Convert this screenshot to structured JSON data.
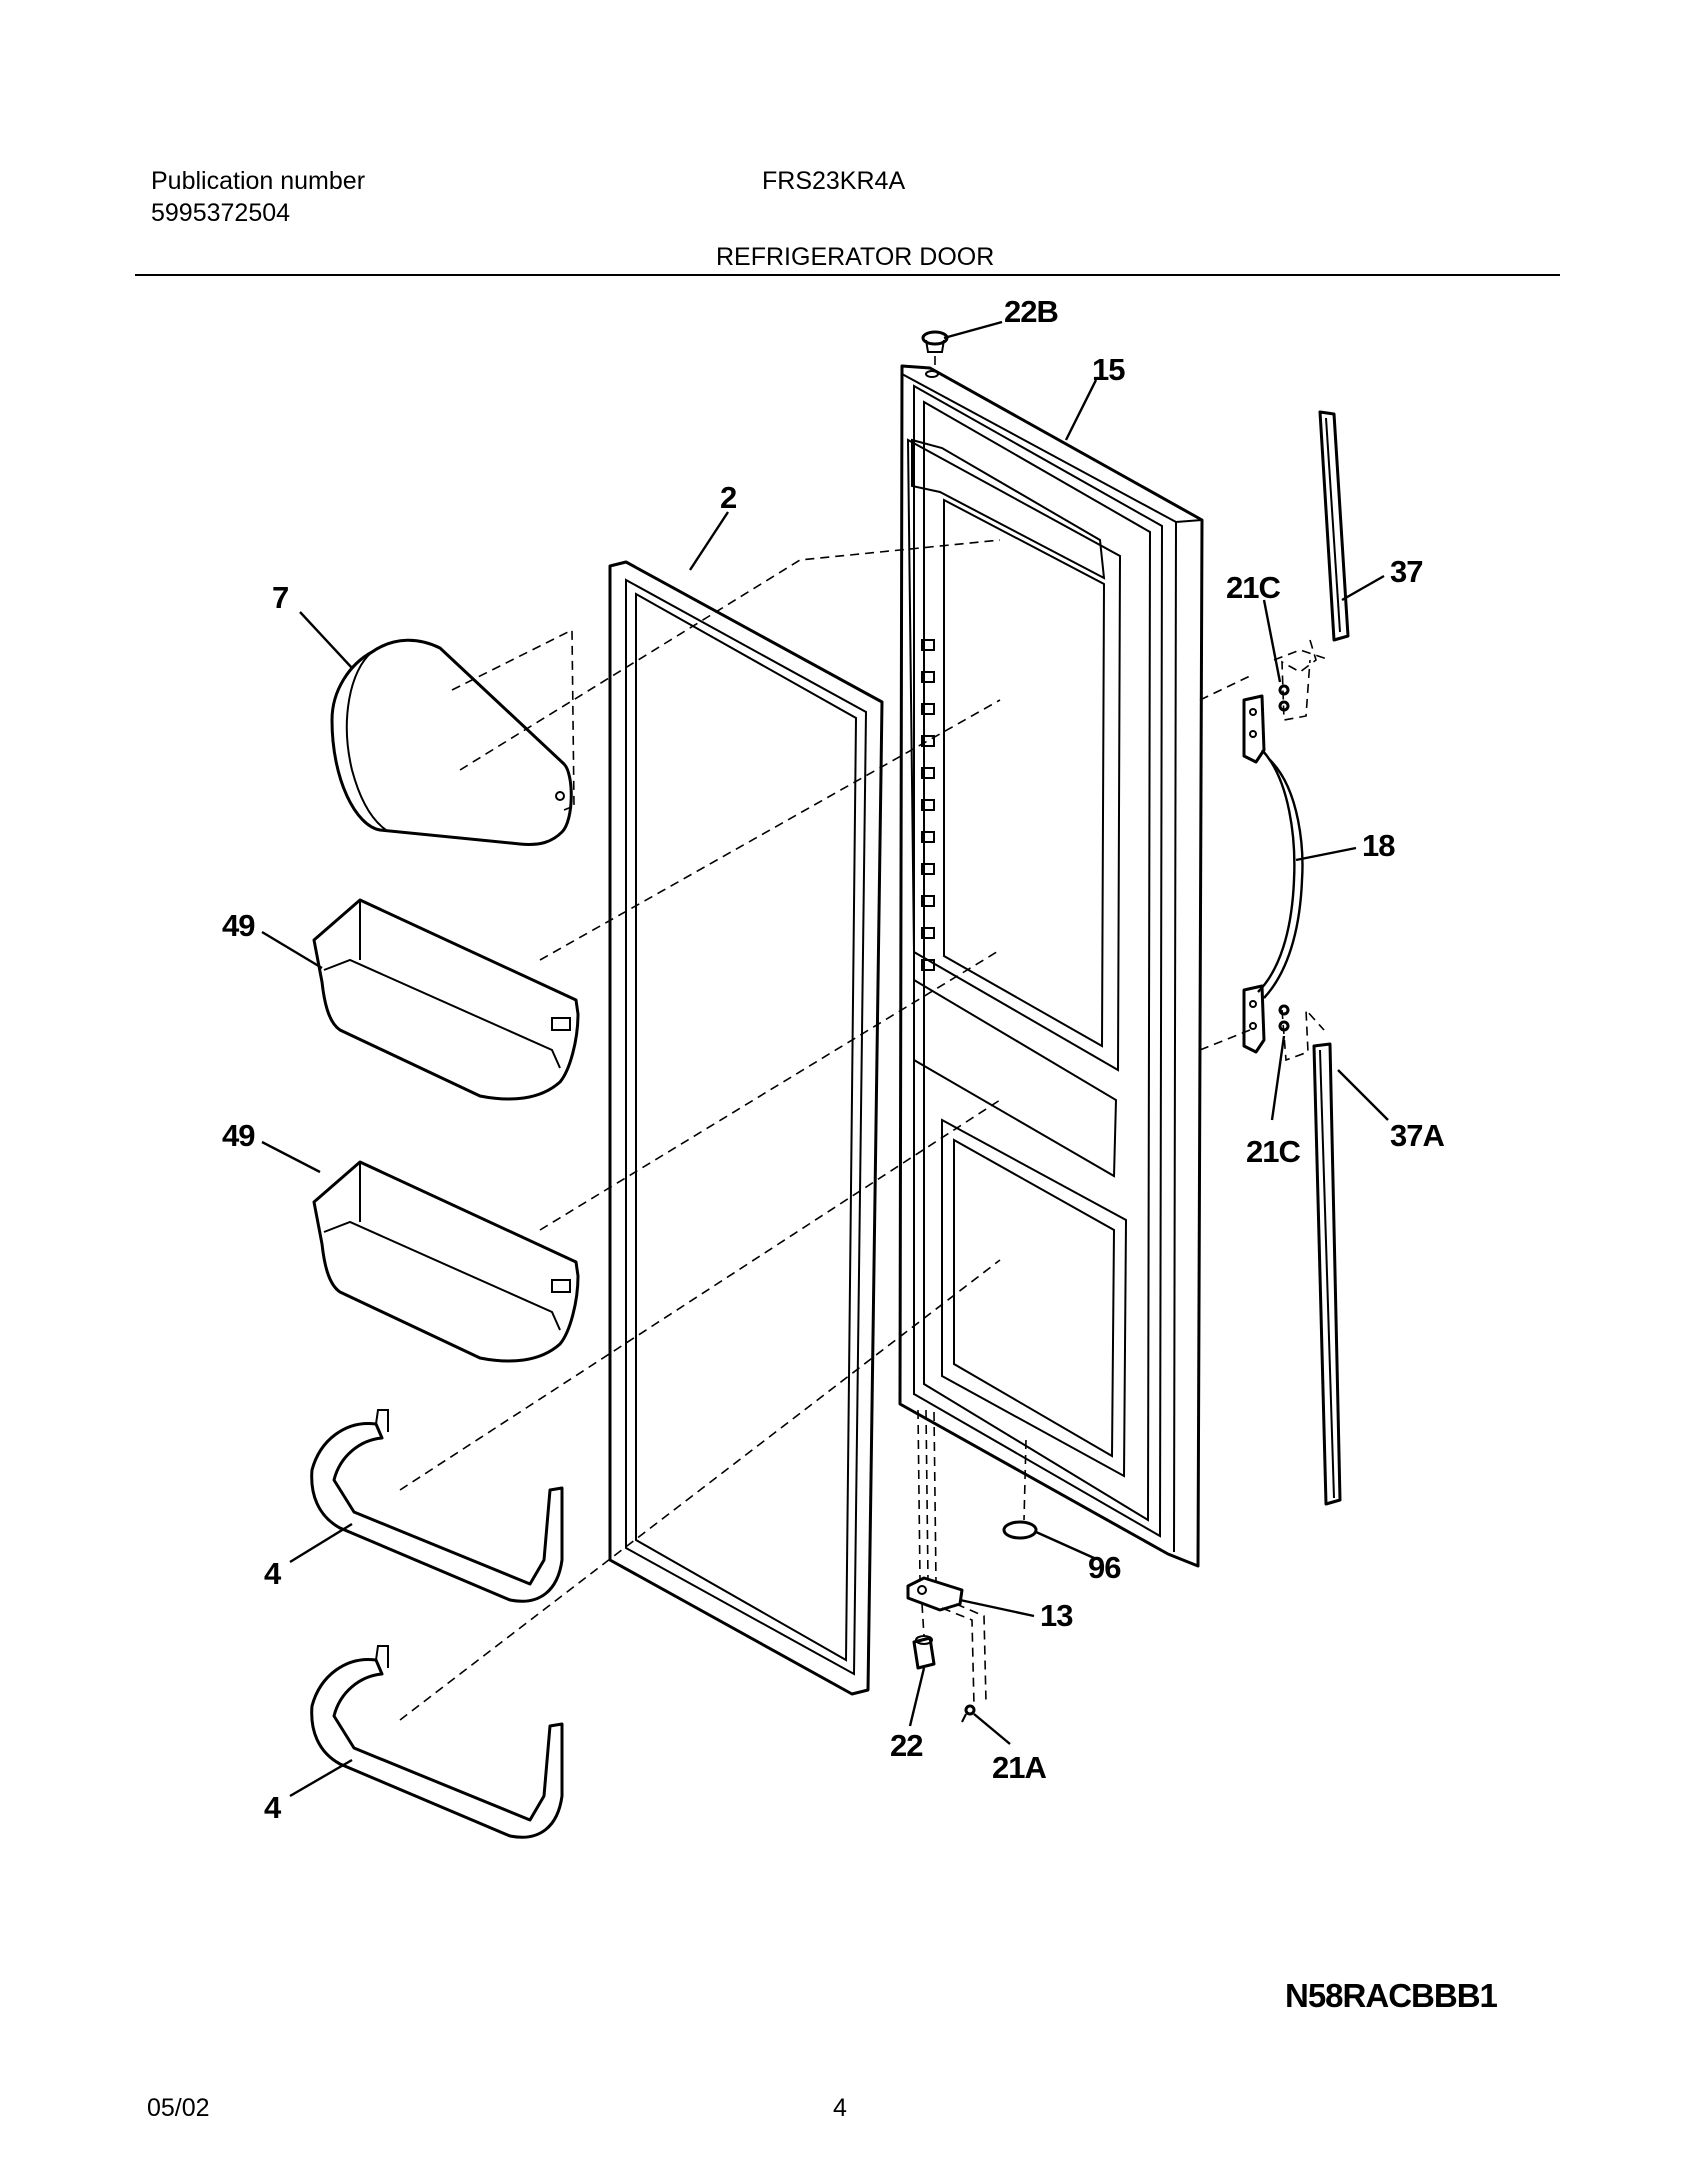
{
  "header": {
    "publication_label": "Publication number",
    "publication_number": "5995372504",
    "model": "FRS23KR4A",
    "section_title": "REFRIGERATOR DOOR"
  },
  "callouts": {
    "door_shelf_7": "7",
    "liner_gasket_2": "2",
    "door_bin_49_upper": "49",
    "door_bin_49_lower": "49",
    "door_shelf_4_upper": "4",
    "door_shelf_4_lower": "4",
    "plug_22B": "22B",
    "door_15": "15",
    "screw_21C_upper": "21C",
    "trim_37": "37",
    "handle_18": "18",
    "screw_21C_lower": "21C",
    "trim_37A": "37A",
    "plug_96": "96",
    "hinge_13": "13",
    "bushing_22": "22",
    "screw_21A": "21A"
  },
  "footer": {
    "drawing_code": "N58RACBBB1",
    "date": "05/02",
    "page_number": "4"
  }
}
